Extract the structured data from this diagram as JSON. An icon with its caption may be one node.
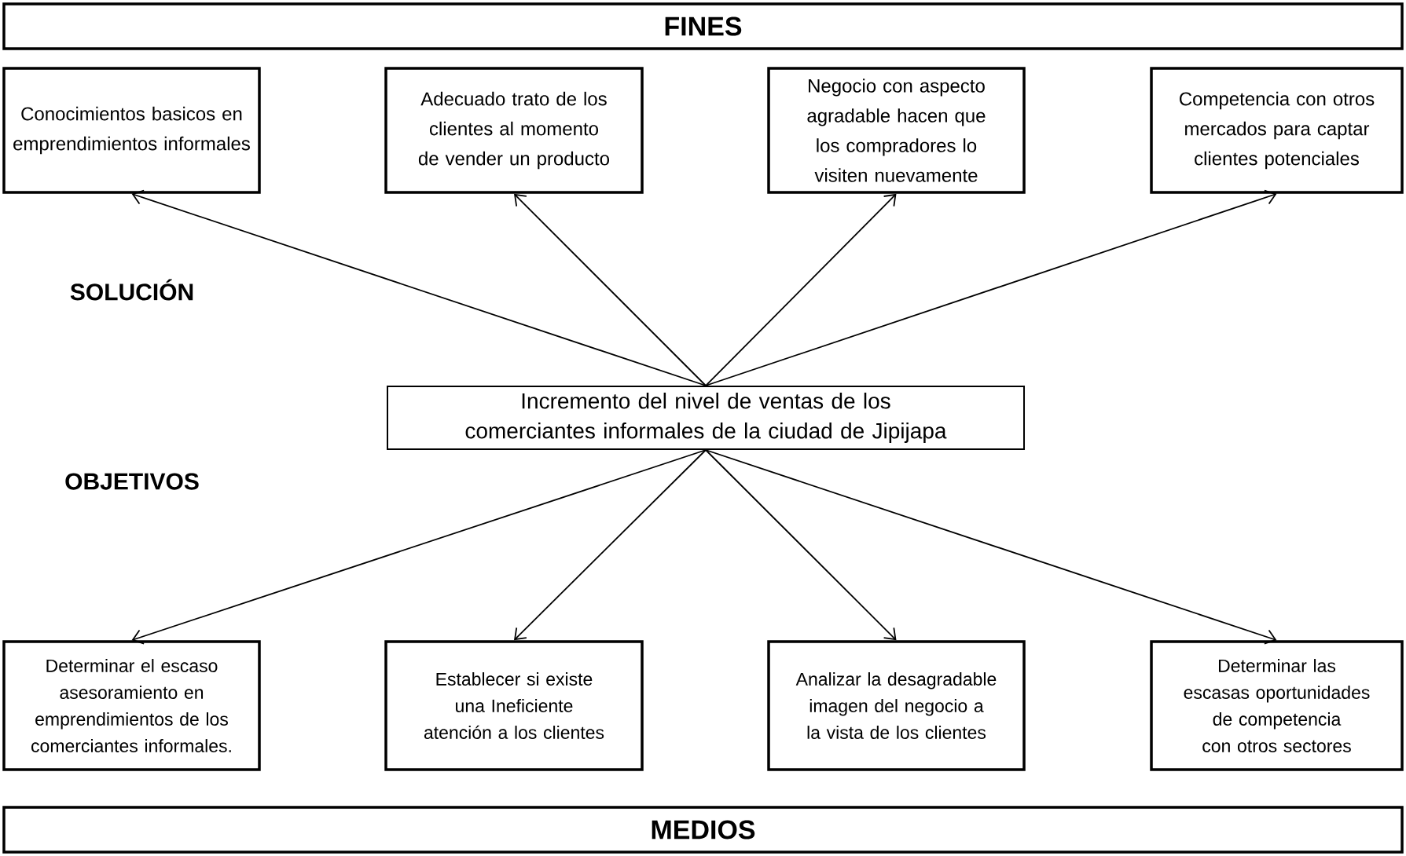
{
  "diagram": {
    "nodes": [
      {
        "text": [
          "FINES"
        ]
      },
      {
        "text": [
          "Conocimientos basicos en emprendimientos informales"
        ]
      },
      {
        "text": [
          "Adecuado trato de los clientes al momento de vender un producto"
        ]
      },
      {
        "text": [
          "Negocio con aspecto agradable hacen que los compradores lo visiten nuevamente"
        ]
      },
      {
        "text": [
          "Competencia con otros mercados para captar clientes potenciales"
        ]
      },
      {
        "text": [
          "Incremento del nivel de ventas de los comerciantes informales de la ciudad de Jipijapa"
        ]
      },
      {
        "text": [
          "Determinar el escaso asesoramiento en emprendimientos de los comerciantes informales."
        ]
      },
      {
        "text": [
          "Establecer si existe una Ineficiente atención a los clientes"
        ]
      },
      {
        "text": [
          "Analizar la desagradable imagen del negocio a la vista de los clientes"
        ]
      },
      {
        "text": [
          "Determinar las escasas oportunidades de competencia con otros sectores"
        ]
      },
      {
        "text": [
          "MEDIOS"
        ]
      }
    ],
    "edges": [
      {
        "from": 5,
        "to": 1,
        "arrow": "to"
      },
      {
        "from": 5,
        "to": 2,
        "arrow": "to"
      },
      {
        "from": 5,
        "to": 3,
        "arrow": "to"
      },
      {
        "from": 5,
        "to": 4,
        "arrow": "to"
      },
      {
        "from": 5,
        "to": 6,
        "arrow": "to"
      },
      {
        "from": 5,
        "to": 7,
        "arrow": "to"
      },
      {
        "from": 5,
        "to": 8,
        "arrow": "to"
      },
      {
        "from": 5,
        "to": 9,
        "arrow": "to"
      }
    ],
    "labels": [
      "SOLUCIÓN",
      "OBJETIVOS"
    ]
  }
}
